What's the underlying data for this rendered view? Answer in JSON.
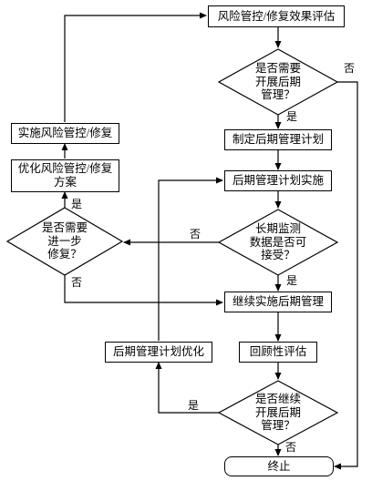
{
  "nodes": {
    "evaluate": "风险管控/修复效果评估",
    "decision_post": [
      "是否需要",
      "开展后期",
      "管理？"
    ],
    "plan": "制定后期管理计划",
    "implement": "后期管理计划实施",
    "decision_monitor": [
      "长期监测",
      "数据是否可",
      "接受？"
    ],
    "continue": "继续实施后期管理",
    "review": "回顾性评估",
    "decision_continue": [
      "是否继续",
      "开展后期",
      "管理？"
    ],
    "end": "终止",
    "optimize": "后期管理计划优化",
    "decision_repair": [
      "是否需要",
      "进一步",
      "修复？"
    ],
    "optimize_scheme": [
      "优化风险管控/修复",
      "方案"
    ],
    "do_repair": "实施风险管控/修复"
  },
  "labels": {
    "yes": "是",
    "no": "否"
  }
}
